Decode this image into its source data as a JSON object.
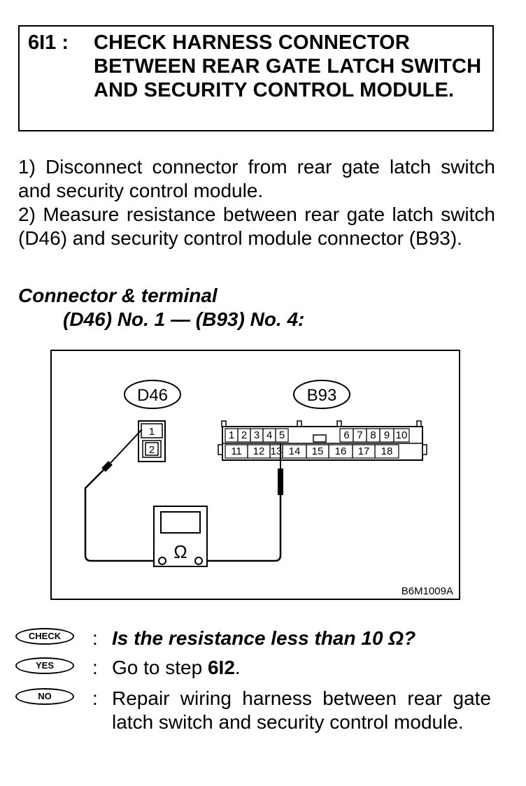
{
  "header": {
    "step_number": "6I1 :",
    "title": "CHECK HARNESS CONNECTOR BETWEEN REAR GATE LATCH SWITCH AND SECURITY CONTROL MODULE."
  },
  "instructions": {
    "step1": "1) Disconnect connector from rear gate latch switch and security control module.",
    "step2": "2) Measure resistance between rear gate latch switch (D46) and security control module connector (B93)."
  },
  "connector_heading": {
    "line1": "Connector & terminal",
    "line2": "(D46) No. 1 — (B93) No. 4:"
  },
  "diagram": {
    "connector_d46_label": "D46",
    "connector_b93_label": "B93",
    "d46_terminals": [
      "1",
      "2"
    ],
    "b93_top_row": [
      "1",
      "2",
      "3",
      "4",
      "5",
      "6",
      "7",
      "8",
      "9",
      "10"
    ],
    "b93_bottom_row": [
      "11",
      "12",
      "13",
      "14",
      "15",
      "16",
      "17",
      "18"
    ],
    "meter_symbol": "Ω",
    "figure_code": "B6M1009A"
  },
  "results": {
    "check": {
      "badge": "CHECK",
      "text": "Is the resistance less than 10 Ω?"
    },
    "yes": {
      "badge": "YES",
      "text_prefix": "Go to step ",
      "step_ref": "6I2",
      "text_suffix": "."
    },
    "no": {
      "badge": "NO",
      "text": "Repair wiring harness between rear gate latch switch and security control module."
    }
  }
}
